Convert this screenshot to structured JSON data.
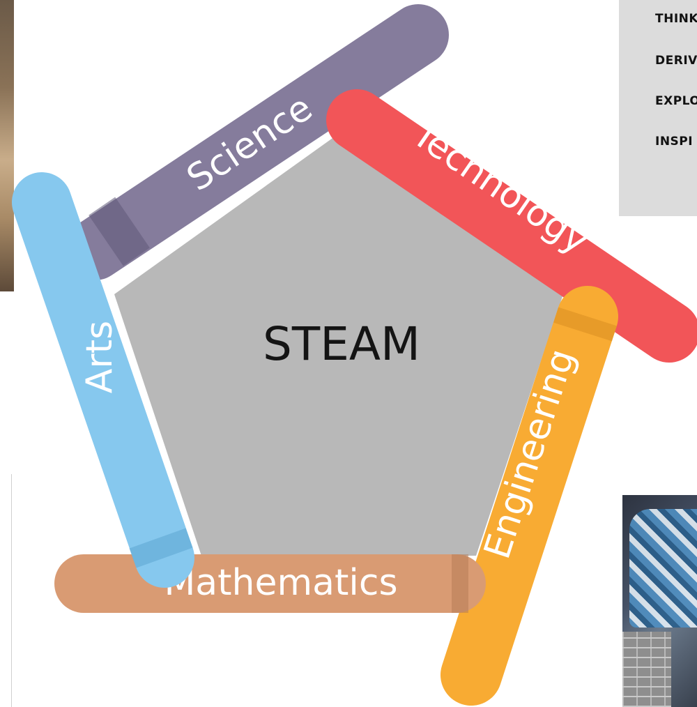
{
  "diagram": {
    "center_label": "STEAM",
    "arms": [
      {
        "key": "science",
        "label": "Science",
        "color": "#857c9c",
        "shade": "#5f5878"
      },
      {
        "key": "technology",
        "label": "Technology",
        "color": "#f25558",
        "shade": "#c8403f"
      },
      {
        "key": "engineering",
        "label": "Engineering",
        "color": "#f8ab33",
        "shade": "#d88d21"
      },
      {
        "key": "mathematics",
        "label": "Mathematics",
        "color": "#d99b73",
        "shade": "#b47a55"
      },
      {
        "key": "arts",
        "label": "Arts",
        "color": "#86c8ee",
        "shade": "#5aa3cf"
      }
    ],
    "pentagon_color": "#b8b8b8"
  },
  "side_panel": {
    "items": [
      "THINK",
      "DERIV",
      "EXPLO",
      "INSPI"
    ]
  },
  "photos": {
    "top_left": "photo",
    "bottom_left": "photo",
    "bottom_right": "photo"
  }
}
